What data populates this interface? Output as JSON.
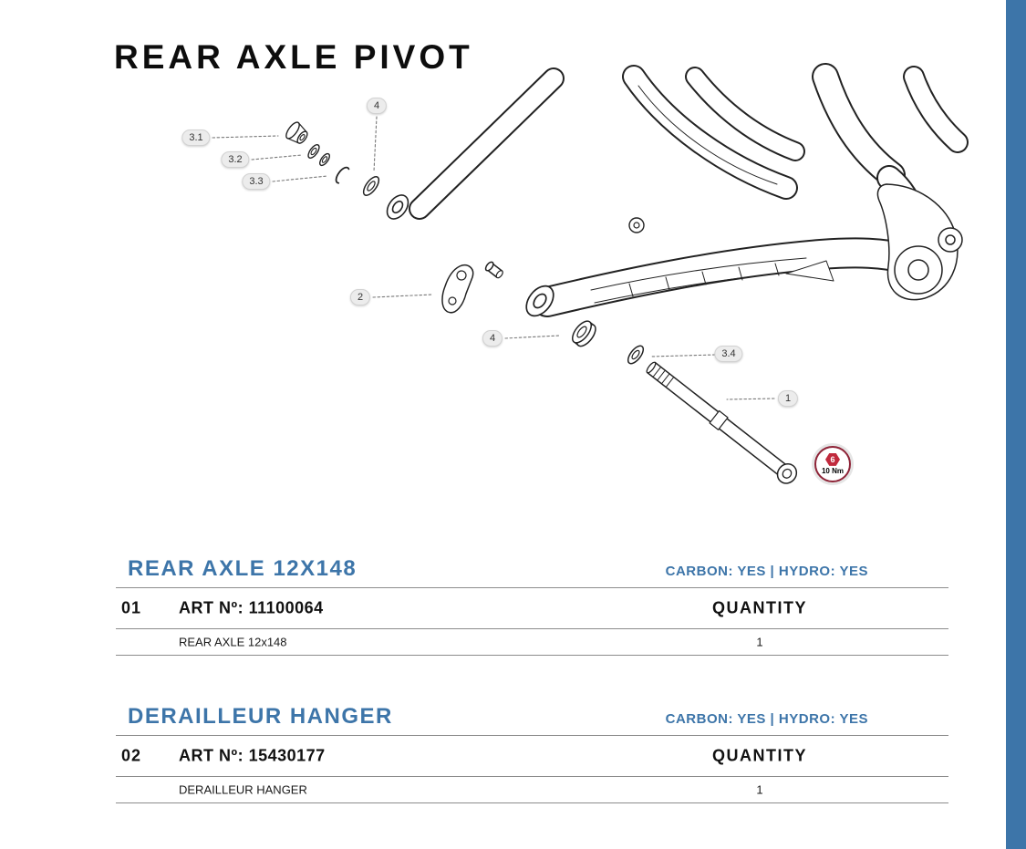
{
  "page": {
    "title": "REAR AXLE PIVOT"
  },
  "diagram": {
    "callouts": [
      {
        "label": "4"
      },
      {
        "label": "3.1"
      },
      {
        "label": "3.2"
      },
      {
        "label": "3.3"
      },
      {
        "label": "2"
      },
      {
        "label": "4"
      },
      {
        "label": "3.4"
      },
      {
        "label": "1"
      }
    ],
    "torque_badge": {
      "step": "6",
      "torque": "10 Nm"
    }
  },
  "sections": [
    {
      "heading": "REAR AXLE 12X148",
      "spec": "CARBON: YES | HYDRO: YES",
      "item_number": "01",
      "art_number": "ART Nº: 11100064",
      "quantity_header": "QUANTITY",
      "part_name": "REAR AXLE 12x148",
      "quantity": "1"
    },
    {
      "heading": "DERAILLEUR HANGER",
      "spec": "CARBON: YES | HYDRO: YES",
      "item_number": "02",
      "art_number": "ART Nº: 15430177",
      "quantity_header": "QUANTITY",
      "part_name": "DERAILLEUR HANGER",
      "quantity": "1"
    }
  ],
  "colors": {
    "accent_blue": "#3d75a9",
    "torque_red": "#c12a3d",
    "torque_red_dark": "#8e2337"
  }
}
